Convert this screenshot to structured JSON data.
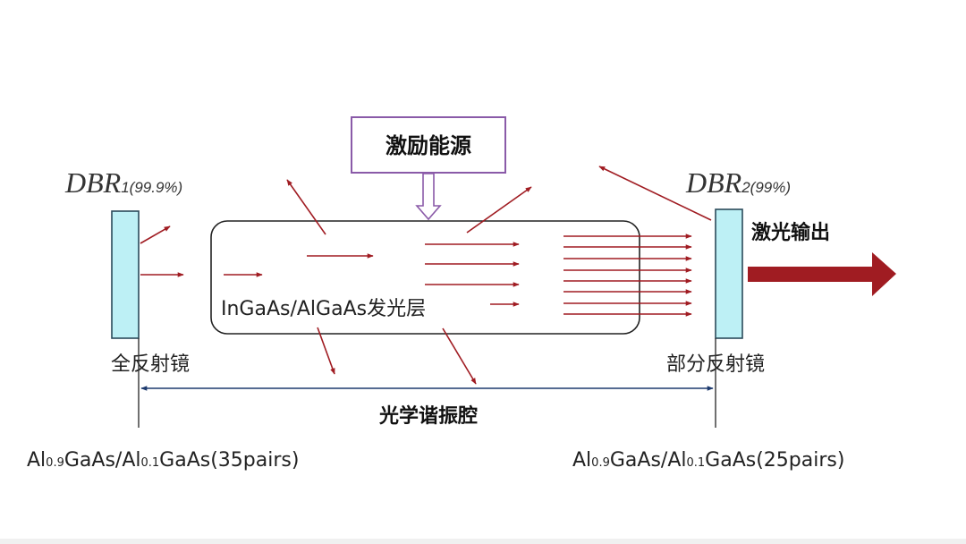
{
  "pump_source": {
    "label": "激励能源"
  },
  "dbr_left": {
    "main": "DBR",
    "sub": "1",
    "reflectivity": "(99.9%)"
  },
  "dbr_right": {
    "main": "DBR",
    "sub": "2",
    "reflectivity": "(99%)"
  },
  "active_layer": {
    "label": "InGaAs/AlGaAs发光层"
  },
  "mirror_left": {
    "label": "全反射镜"
  },
  "mirror_right": {
    "label": "部分反射镜"
  },
  "cavity": {
    "label": "光学谐振腔"
  },
  "laser_output": {
    "label": "激光输出"
  },
  "composition_left": {
    "p1": "Al",
    "s1": "0.9",
    "p2": "GaAs/Al",
    "s2": "0.1",
    "p3": "GaAs(35pairs)"
  },
  "composition_right": {
    "p1": "Al",
    "s1": "0.9",
    "p2": "GaAs/Al",
    "s2": "0.1",
    "p3": "GaAs(25pairs)"
  },
  "colors": {
    "mirror_fill": "#bdf0f5",
    "mirror_stroke": "#2a4a5a",
    "arrow": "#a01c22",
    "pump_box": "#8a5aa8",
    "cavity_line": "#1d3a6e"
  }
}
